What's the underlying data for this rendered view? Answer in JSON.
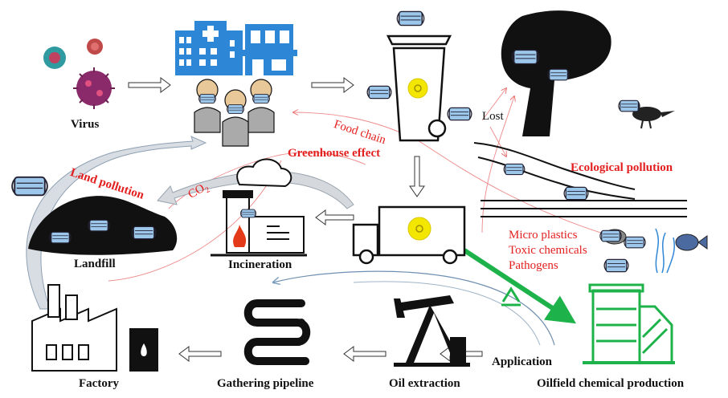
{
  "labels": {
    "virus": "Virus",
    "lost": "Lost",
    "food_chain": "Food chain",
    "greenhouse_effect": "Greenhouse effect",
    "ecological_pollution": "Ecological   pollution",
    "land_pollution": "Land pollution",
    "co2": "CO",
    "co2_sub": "2",
    "landfill": "Landfill",
    "incineration": "Incineration",
    "micro_plastics": "Micro plastics",
    "toxic_chemicals": "Toxic chemicals",
    "pathogens": "Pathogens",
    "application": "Application",
    "factory": "Factory",
    "gathering_pipeline": "Gathering pipeline",
    "oil_extraction": "Oil extraction",
    "oilfield_chemical_production": "Oilfield chemical production"
  },
  "colors": {
    "hospital_blue": "#2e86d6",
    "mask_blue": "#9cc6ea",
    "recycle_green": "#1eb34a",
    "biohazard_yellow": "#f3e600",
    "pollution_red": "#e32020"
  }
}
